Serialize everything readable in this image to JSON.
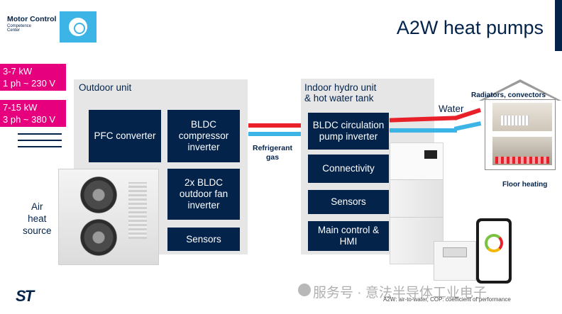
{
  "header": {
    "logo_title": "Motor Control",
    "logo_sub_1": "Competence",
    "logo_sub_2": "Center",
    "title": "A2W heat pumps"
  },
  "power_labels": [
    {
      "line1": "3-7 kW",
      "line2": "1 ph ~ 230 V"
    },
    {
      "line1": "7-15 kW",
      "line2": "3 ph ~ 380 V"
    }
  ],
  "outdoor_unit": {
    "label": "Outdoor unit",
    "blocks": {
      "pfc": "PFC converter",
      "compressor": "BLDC compressor inverter",
      "fan": "2x BLDC outdoor fan inverter",
      "sensors": "Sensors"
    }
  },
  "air_source": {
    "line1": "Air",
    "line2": "heat",
    "line3": "source"
  },
  "refrigerant": {
    "line1": "Refrigerant",
    "line2": "gas"
  },
  "indoor_unit": {
    "label_line1": "Indoor hydro unit",
    "label_line2": "& hot water tank",
    "blocks": {
      "circulation": "BLDC circulation pump inverter",
      "connectivity": "Connectivity",
      "sensors": "Sensors",
      "main_control": "Main control & HMI"
    }
  },
  "water_label": "Water",
  "house": {
    "radiators": "Radiators, convectors",
    "floor": "Floor heating"
  },
  "footer": {
    "st_logo": "ST",
    "watermark": "服务号 · 意法半导体工业电子",
    "footnote": "A2W: air-to-water, COP: coefficient of performance"
  },
  "colors": {
    "navy": "#03234b",
    "magenta": "#e6007e",
    "st_blue": "#3cb4e6",
    "red": "#e8202a",
    "panel_grey": "#e6e6e6"
  }
}
